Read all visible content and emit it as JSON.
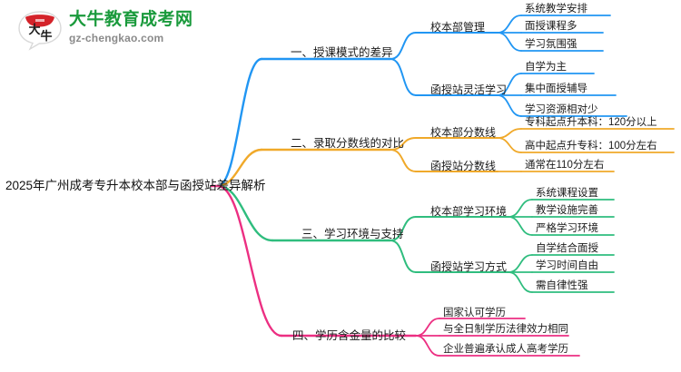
{
  "logo": {
    "mark_text": "大牛",
    "title": "大牛教育成考网",
    "subtitle": "gz-chengkao.com",
    "title_color": "#1a9a3c",
    "mark_color": "#d4232a"
  },
  "mindmap": {
    "root": {
      "label": "2025年广州成考专升本校本部与函授站差异解析"
    },
    "branches": [
      {
        "label": "一、授课模式的差异",
        "color": "#2196f3",
        "children": [
          {
            "label": "校本部管理",
            "leaves": [
              "系统教学安排",
              "面授课程多",
              "学习氛围强"
            ]
          },
          {
            "label": "函授站灵活学习",
            "leaves": [
              "自学为主",
              "集中面授辅导",
              "学习资源相对少"
            ]
          }
        ]
      },
      {
        "label": "二、录取分数线的对比",
        "color": "#f0a92a",
        "children": [
          {
            "label": "校本部分数线",
            "leaves": [
              "专科起点升本科：120分以上",
              "高中起点升专科：100分左右"
            ]
          },
          {
            "label": "函授站分数线",
            "leaves": [
              "通常在110分左右"
            ]
          }
        ]
      },
      {
        "label": "三、学习环境与支持",
        "color": "#2fbd7e",
        "children": [
          {
            "label": "校本部学习环境",
            "leaves": [
              "系统课程设置",
              "教学设施完善",
              "严格学习环境"
            ]
          },
          {
            "label": "函授站学习方式",
            "leaves": [
              "自学结合面授",
              "学习时间自由",
              "需自律性强"
            ]
          }
        ]
      },
      {
        "label": "四、学历含金量的比较",
        "color": "#ec2f82",
        "children": [
          {
            "label": "",
            "leaves": [
              "国家认可学历",
              "与全日制学历法律效力相同",
              "企业普遍承认成人高考学历"
            ]
          }
        ]
      }
    ]
  }
}
